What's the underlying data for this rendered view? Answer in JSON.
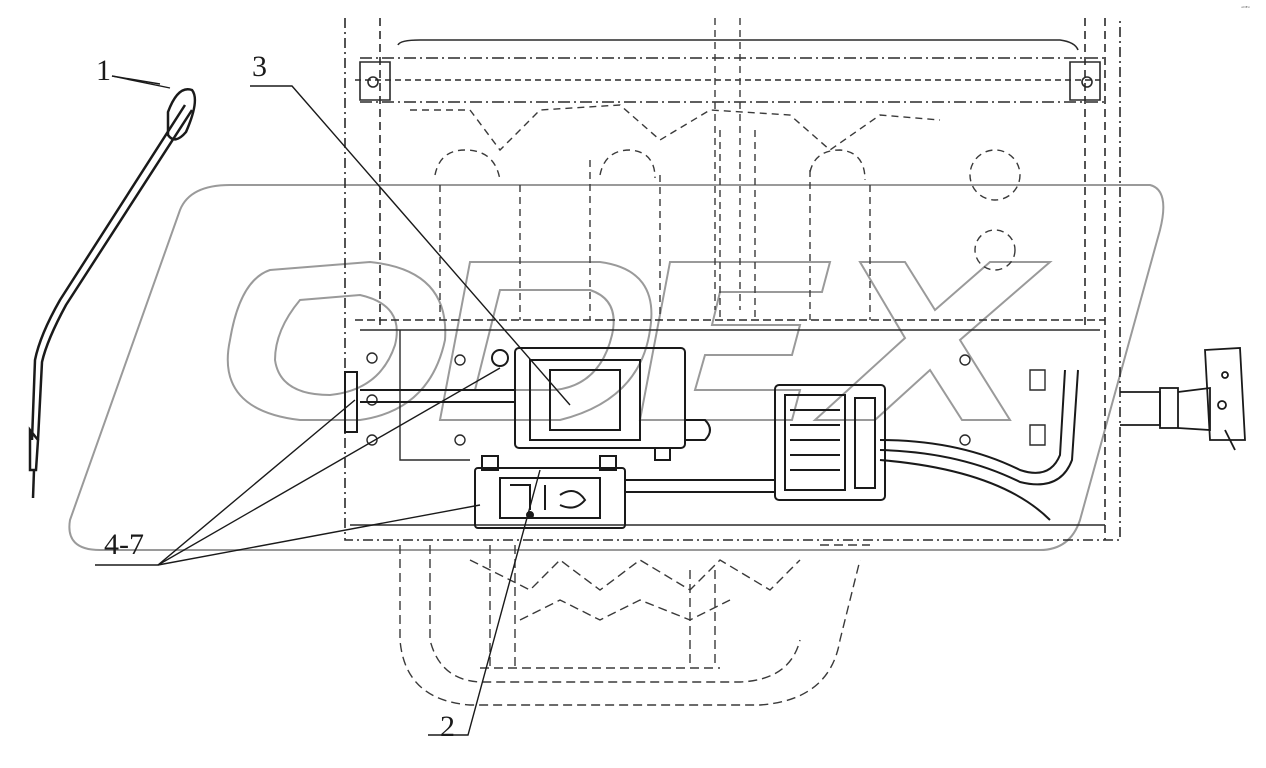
{
  "diagram": {
    "callouts": {
      "c1": "1",
      "c2": "2",
      "c3": "3",
      "c4_7": "4-7"
    },
    "watermark": "ODEX",
    "corner_mark": "ᵒᴰᴱˣ",
    "colors": {
      "line": "#2a2a2a",
      "dash": "#3a3a3a",
      "watermark": "#9a9a9a",
      "background": "#ffffff"
    }
  }
}
